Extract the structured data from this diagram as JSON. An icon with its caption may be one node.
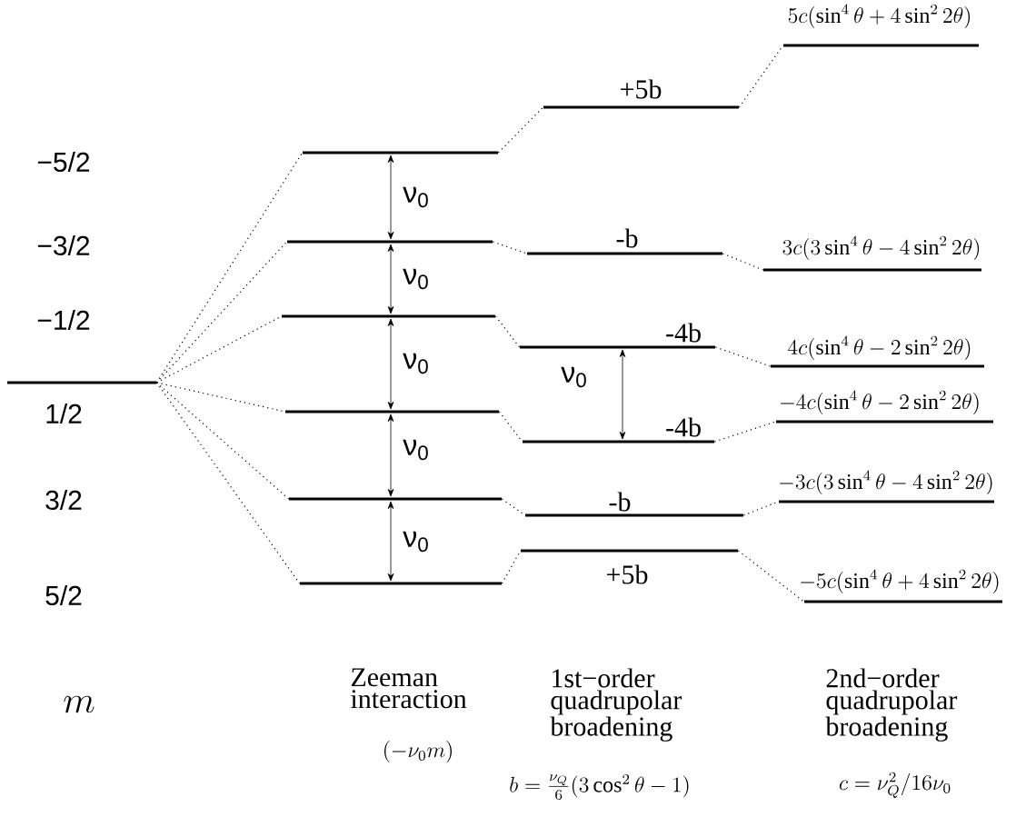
{
  "diagram": {
    "nodes": [
      {
        "text": [],
        "shape": "bar"
      },
      {
        "text": [],
        "shape": "bar"
      },
      {
        "text": [],
        "shape": "bar"
      },
      {
        "text": [],
        "shape": "bar"
      },
      {
        "text": [],
        "shape": "bar"
      },
      {
        "text": [],
        "shape": "bar"
      },
      {
        "text": [],
        "shape": "bar"
      },
      {
        "text": [
          "+5b"
        ]
      },
      {
        "text": [
          "-b"
        ]
      },
      {
        "text": [
          "-4b"
        ]
      },
      {
        "text": [
          "-4b"
        ]
      },
      {
        "text": [
          "-b"
        ]
      },
      {
        "text": [
          "+5b"
        ]
      },
      {
        "text": [
          "5c(\\sin^4\\theta+4\\sin^2 2\\theta)"
        ]
      },
      {
        "text": [
          "3c(3\\sin^4\\theta-4\\sin^2 2\\theta)"
        ]
      },
      {
        "text": [
          "4c(\\sin^4\\theta-2\\sin^2 2\\theta)"
        ]
      },
      {
        "text": [
          "-4c(\\sin^4\\theta-2\\sin^2 2\\theta)"
        ]
      },
      {
        "text": [
          "-3c(3\\sin^4\\theta-4\\sin^2 2\\theta)"
        ]
      },
      {
        "text": [
          "-5c(\\sin^4\\theta+4\\sin^2 2\\theta)"
        ]
      }
    ],
    "edges": [
      {
        "from": 0,
        "to": 1,
        "arrow": "none",
        "style": "dashed"
      },
      {
        "from": 0,
        "to": 2,
        "arrow": "none",
        "style": "dashed"
      },
      {
        "from": 0,
        "to": 3,
        "arrow": "none",
        "style": "dashed"
      },
      {
        "from": 0,
        "to": 4,
        "arrow": "none",
        "style": "dashed"
      },
      {
        "from": 0,
        "to": 5,
        "arrow": "none",
        "style": "dashed"
      },
      {
        "from": 0,
        "to": 6,
        "arrow": "none",
        "style": "dashed"
      },
      {
        "from": 1,
        "to": 7,
        "arrow": "none",
        "style": "dashed"
      },
      {
        "from": 2,
        "to": 8,
        "arrow": "none",
        "style": "dashed"
      },
      {
        "from": 3,
        "to": 9,
        "arrow": "none",
        "style": "dashed"
      },
      {
        "from": 4,
        "to": 10,
        "arrow": "none",
        "style": "dashed"
      },
      {
        "from": 5,
        "to": 11,
        "arrow": "none",
        "style": "dashed"
      },
      {
        "from": 6,
        "to": 12,
        "arrow": "none",
        "style": "dashed"
      },
      {
        "from": 7,
        "to": 13,
        "arrow": "none",
        "style": "dashed"
      },
      {
        "from": 8,
        "to": 14,
        "arrow": "none",
        "style": "dashed"
      },
      {
        "from": 9,
        "to": 15,
        "arrow": "none",
        "style": "dashed"
      },
      {
        "from": 10,
        "to": 16,
        "arrow": "none",
        "style": "dashed"
      },
      {
        "from": 11,
        "to": 17,
        "arrow": "none",
        "style": "dashed"
      },
      {
        "from": 12,
        "to": 18,
        "arrow": "none",
        "style": "dashed"
      },
      {
        "from": 1,
        "to": 2,
        "arrow": "both",
        "label": "ν$_{0}$"
      },
      {
        "from": 2,
        "to": 3,
        "arrow": "both",
        "label": "ν$_{0}$"
      },
      {
        "from": 3,
        "to": 4,
        "arrow": "both",
        "label": "ν$_{0}$"
      },
      {
        "from": 4,
        "to": 5,
        "arrow": "both",
        "label": "ν$_{0}$"
      },
      {
        "from": 5,
        "to": 6,
        "arrow": "both",
        "label": "ν$_{0}$"
      },
      {
        "from": 9,
        "to": 10,
        "arrow": "both",
        "label": "ν$_{0}$"
      }
    ],
    "labels": [
      "−5/2",
      "−3/2",
      "−1/2",
      "1/2",
      "3/2",
      "5/2",
      "m",
      "Zeeman interaction",
      "(-\\nu_0 m)",
      "1st−order quadrupolar broadening",
      "b=\\frac{\\nu_Q}{6}(3\\cos^2\\theta-1)",
      "2nd−order quadrupolar broadening",
      "c=\\nu_Q^2/16\\nu_0"
    ]
  }
}
